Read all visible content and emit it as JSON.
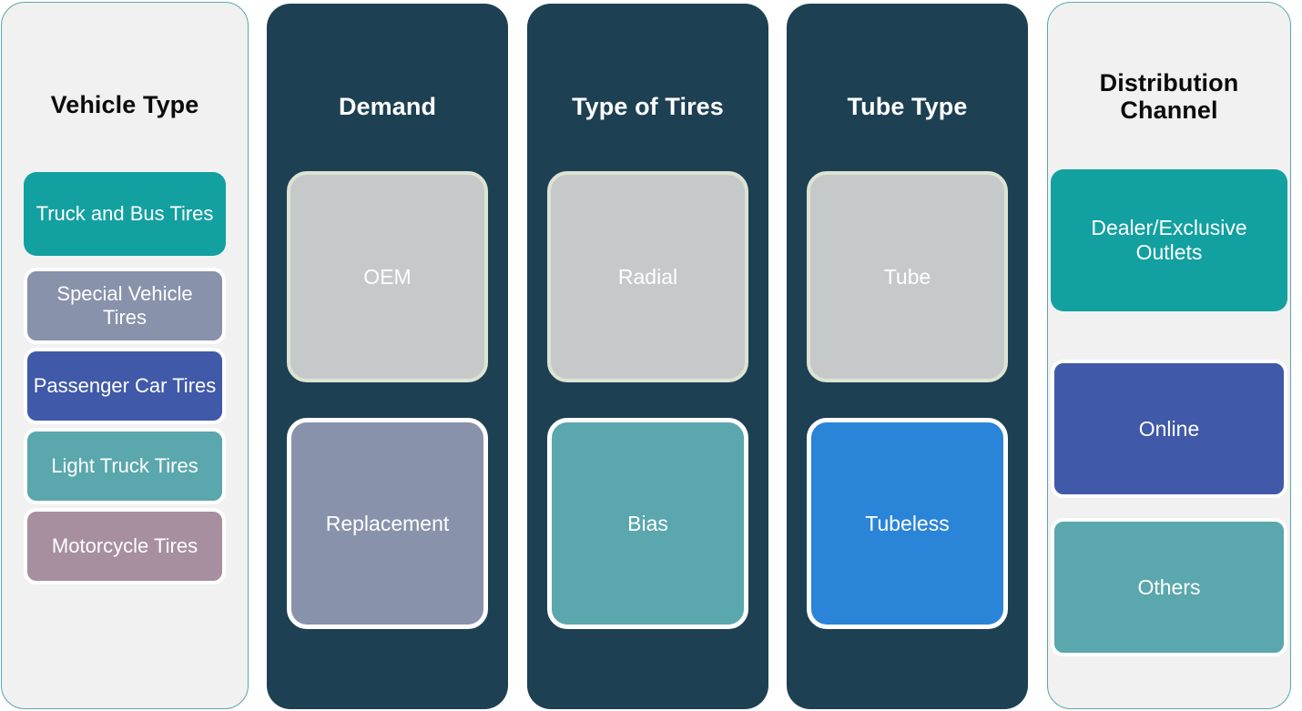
{
  "theme": {
    "panel_light_bg": "#f1f1f1",
    "panel_light_border": "#5aa6ac",
    "panel_dark_bg": "#1d4053",
    "chip_border_white": "#ffffff",
    "chip_border_sage": "#dde3d2"
  },
  "columns": [
    {
      "id": "vehicle-type",
      "title": "Vehicle Type",
      "style": "light",
      "items": [
        {
          "label": "Truck and Bus Tires",
          "color": "#13a0a0",
          "bordered": false
        },
        {
          "label": "Special Vehicle Tires",
          "color": "#8892ab",
          "bordered": true
        },
        {
          "label": "Passenger Car Tires",
          "color": "#4059a8",
          "bordered": true
        },
        {
          "label": "Light Truck Tires",
          "color": "#5aa7ad",
          "bordered": true
        },
        {
          "label": "Motorcycle Tires",
          "color": "#a78fa0",
          "bordered": true
        }
      ]
    },
    {
      "id": "demand",
      "title": "Demand",
      "style": "dark",
      "items": [
        {
          "label": "OEM",
          "color": "#c6c9c9",
          "bordered": true
        },
        {
          "label": "Replacement",
          "color": "#8892ab",
          "bordered": true
        }
      ]
    },
    {
      "id": "tire-type",
      "title": "Type of Tires",
      "style": "dark",
      "items": [
        {
          "label": "Radial",
          "color": "#c6c9c9",
          "bordered": true
        },
        {
          "label": "Bias",
          "color": "#5aa7ad",
          "bordered": true
        }
      ]
    },
    {
      "id": "tube-type",
      "title": "Tube Type",
      "style": "dark",
      "items": [
        {
          "label": "Tube",
          "color": "#c6c9c9",
          "bordered": true
        },
        {
          "label": "Tubeless",
          "color": "#2a84d8",
          "bordered": true
        }
      ]
    },
    {
      "id": "distribution",
      "title": "Distribution Channel",
      "style": "light",
      "items": [
        {
          "label": "Dealer/Exclusive Outlets",
          "color": "#13a0a0",
          "bordered": false
        },
        {
          "label": "Online",
          "color": "#4059a8",
          "bordered": true
        },
        {
          "label": "Others",
          "color": "#5aa7ad",
          "bordered": true
        }
      ]
    }
  ]
}
